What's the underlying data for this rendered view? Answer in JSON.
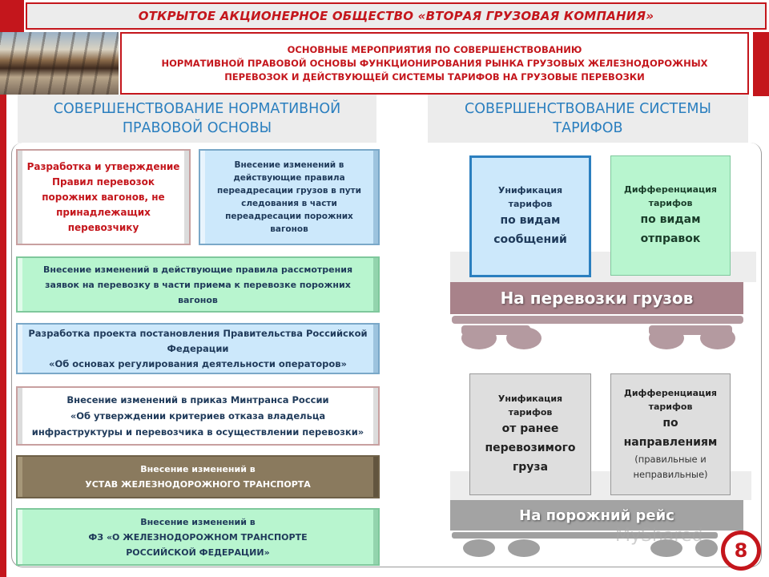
{
  "header": {
    "company": "ОТКРЫТОЕ АКЦИОНЕРНОЕ ОБЩЕСТВО «ВТОРАЯ ГРУЗОВАЯ КОМПАНИЯ»",
    "subtitle": "ОСНОВНЫЕ МЕРОПРИЯТИЯ ПО  СОВЕРШЕНСТВОВАНИЮ\nНОРМАТИВНОЙ ПРАВОВОЙ ОСНОВЫ ФУНКЦИОНИРОВАНИЯ РЫНКА ГРУЗОВЫХ ЖЕЛЕЗНОДОРОЖНЫХ\nПЕРЕВОЗОК И ДЕЙСТВУЮЩЕЙ СИСТЕМЫ ТАРИФОВ НА ГРУЗОВЫЕ ПЕРЕВОЗКИ"
  },
  "left_section": {
    "title": "СОВЕРШЕНСТВОВАНИЕ НОРМАТИВНОЙ\nПРАВОВОЙ ОСНОВЫ",
    "items": [
      "Разработка и утверждение\nПравил перевозок\nпорожних вагонов, не\nпринадлежащих\nперевозчику",
      "Внесение изменений в\nдействующие правила\nпереадресации грузов в пути\nследования в части\nпереадресации порожних\nвагонов",
      "Внесение изменений в действующие правила рассмотрения\nзаявок на перевозку в части приема к перевозке порожних\nвагонов",
      "Разработка проекта постановления Правительства Российской\nФедерации\n«Об основах регулирования деятельности операторов»",
      "Внесение изменений в приказ Минтранса России\n«Об утверждении критериев отказа владельца\nинфраструктуры и перевозчика в осуществлении перевозки»",
      "Внесение изменений в\nУСТАВ ЖЕЛЕЗНОДОРОЖНОГО ТРАНСПОРТА",
      "Внесение изменений в\nФЗ «О ЖЕЛЕЗНОДОРОЖНОМ ТРАНСПОРТЕ\nРОССИЙСКОЙ ФЕДЕРАЦИИ»"
    ]
  },
  "right_section": {
    "title": "СОВЕРШЕНСТВОВАНИЕ СИСТЕМЫ\nТАРИФОВ",
    "cargo_car": {
      "label": "На перевозки грузов",
      "box1": {
        "small": "Унификация\nтарифов",
        "big": "по видам\nсообщений"
      },
      "box2": {
        "small": "Дифференциация\nтарифов",
        "big": "по видам\nотправок"
      }
    },
    "empty_car": {
      "label": "На порожний рейс",
      "box1": {
        "small": "Унификация\nтарифов",
        "big": "от ранее\nперевозимого\nгруза"
      },
      "box2": {
        "small": "Дифференциация\nтарифов",
        "big": "по\nнаправлениям",
        "note": "(правильные и\nнеправильные)"
      }
    }
  },
  "page_number": "8",
  "watermark": "MyShared",
  "colors": {
    "accent_red": "#c4161c",
    "title_blue": "#2b7fbf",
    "car_body": "#a8828a",
    "wheel": "#b49aa0"
  }
}
